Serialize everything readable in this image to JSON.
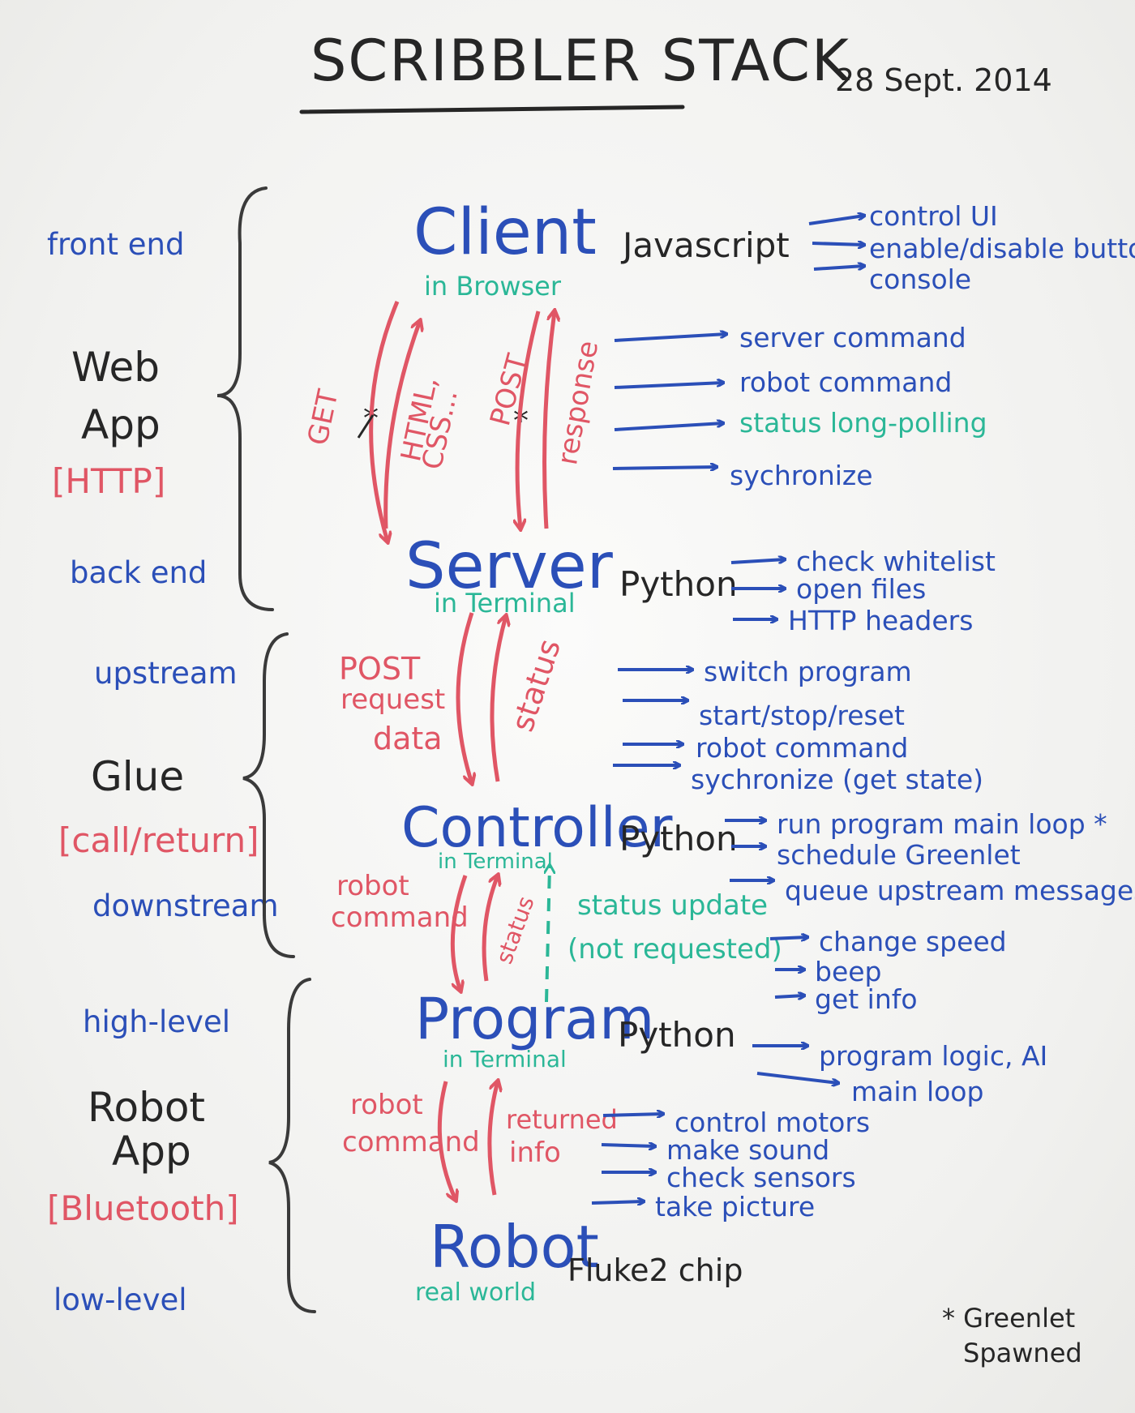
{
  "header": {
    "title": "SCRIBBLER STACK",
    "date": "28 Sept. 2014"
  },
  "colors": {
    "black": "#262626",
    "blue": "#2b4fb8",
    "red": "#e05665",
    "green": "#2bb797",
    "board": "#f4f4f2"
  },
  "sections": {
    "web": {
      "top": "front end",
      "name1": "Web",
      "name2": "App",
      "protocol": "[HTTP]",
      "bottom": "back end"
    },
    "glue": {
      "top": "upstream",
      "name": "Glue",
      "protocol": "[call/return]",
      "bottom": "downstream"
    },
    "robot": {
      "top": "high-level",
      "name1": "Robot",
      "name2": "App",
      "protocol": "[Bluetooth]",
      "bottom": "low-level"
    }
  },
  "components": {
    "client": {
      "name": "Client",
      "location": "in Browser",
      "language": "Javascript",
      "items": [
        "control UI",
        "enable/disable buttons",
        "console"
      ]
    },
    "server": {
      "name": "Server",
      "location": "in Terminal",
      "language": "Python",
      "items": [
        "check whitelist",
        "open files",
        "HTTP headers"
      ]
    },
    "controller": {
      "name": "Controller",
      "location": "in Terminal",
      "language": "Python",
      "items": [
        "run program main loop *",
        "schedule Greenlet",
        "queue upstream messages"
      ]
    },
    "program": {
      "name": "Program",
      "location": "in Terminal",
      "language": "Python",
      "items": [
        "program logic, AI",
        "main loop"
      ]
    },
    "robot": {
      "name": "Robot",
      "location": "real world",
      "language": "Fluke2 chip"
    }
  },
  "connections": {
    "client_server": {
      "get": "GET",
      "html": "HTML,",
      "css": "CSS...",
      "post": "POST",
      "response": "response",
      "star": "*",
      "items": [
        "server command",
        "robot command",
        "status long-polling",
        "sychronize"
      ]
    },
    "server_controller": {
      "post1": "POST",
      "post2": "request",
      "post3": "data",
      "status": "status",
      "items": [
        "switch program",
        "start/stop/reset",
        "robot command",
        "sychronize (get state)"
      ]
    },
    "controller_program": {
      "cmd1": "robot",
      "cmd2": "command",
      "status": "status",
      "update1": "status update",
      "update2": "(not requested)",
      "items": [
        "change speed",
        "beep",
        "get info"
      ]
    },
    "program_robot": {
      "cmd1": "robot",
      "cmd2": "command",
      "ret1": "returned",
      "ret2": "info",
      "items": [
        "control motors",
        "make sound",
        "check sensors",
        "take picture"
      ]
    }
  },
  "footnote": {
    "line1": "* Greenlet",
    "line2": "Spawned"
  }
}
